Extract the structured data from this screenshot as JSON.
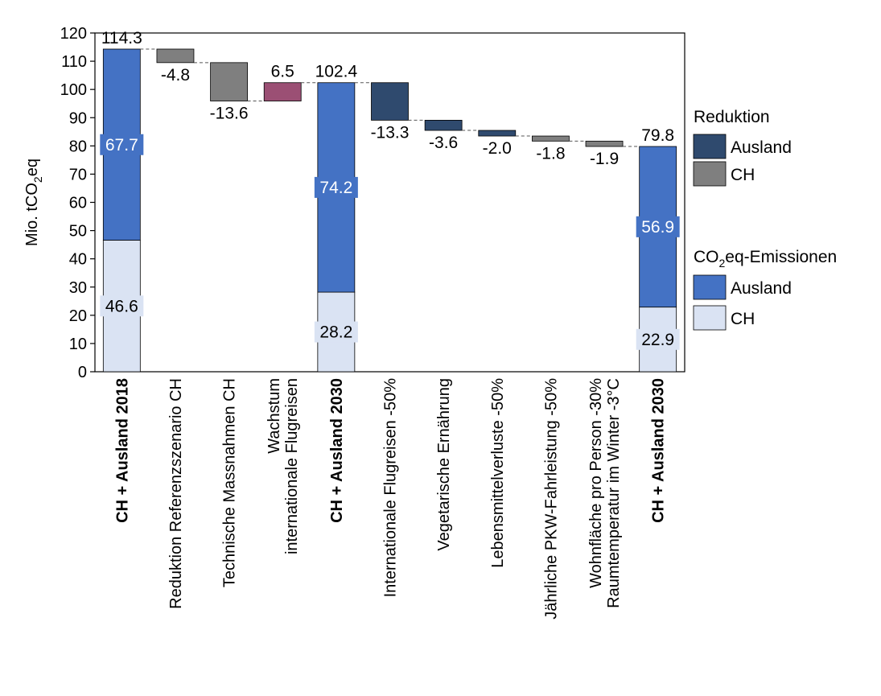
{
  "chart_data": {
    "type": "bar",
    "subtype": "waterfall",
    "ylabel_main": "Mio. tCO",
    "ylabel_sub": "2",
    "ylabel_tail": "eq",
    "ylim": [
      0,
      120
    ],
    "yticks": [
      0,
      10,
      20,
      30,
      40,
      50,
      60,
      70,
      80,
      90,
      100,
      110,
      120
    ],
    "categories": [
      {
        "lines": [
          "CH + Ausland 2018"
        ],
        "bold": true
      },
      {
        "lines": [
          "Reduktion Referenzszenario CH"
        ],
        "bold": false
      },
      {
        "lines": [
          "Technische Massnahmen CH"
        ],
        "bold": false
      },
      {
        "lines": [
          "Wachstum",
          "internationale Flugreisen"
        ],
        "bold": false
      },
      {
        "lines": [
          "CH + Ausland 2030"
        ],
        "bold": true
      },
      {
        "lines": [
          "Internationale Flugreisen -50%"
        ],
        "bold": false
      },
      {
        "lines": [
          "Vegetarische Ernährung"
        ],
        "bold": false
      },
      {
        "lines": [
          "Lebensmittelverluste -50%"
        ],
        "bold": false
      },
      {
        "lines": [
          "Jährliche PKW-Fahrleistung -50%"
        ],
        "bold": false
      },
      {
        "lines": [
          "Wohnfläche pro Person -30%",
          "Raumtemperatur im Winter -3°C"
        ],
        "bold": false
      },
      {
        "lines": [
          "CH + Ausland 2030"
        ],
        "bold": true
      }
    ],
    "totals": [
      {
        "index": 0,
        "ch": 46.6,
        "ausland": 67.7,
        "total": 114.3,
        "ch_label": "46.6",
        "ausland_label": "67.7",
        "total_label": "114.3"
      },
      {
        "index": 4,
        "ch": 28.2,
        "ausland": 74.2,
        "total": 102.4,
        "ch_label": "28.2",
        "ausland_label": "74.2",
        "total_label": "102.4"
      },
      {
        "index": 10,
        "ch": 22.9,
        "ausland": 56.9,
        "total": 79.8,
        "ch_label": "22.9",
        "ausland_label": "56.9",
        "total_label": "79.8"
      }
    ],
    "steps": [
      {
        "index": 1,
        "start": 114.3,
        "delta": -4.8,
        "kind": "ch",
        "label": "-4.8"
      },
      {
        "index": 2,
        "start": 109.5,
        "delta": -13.6,
        "kind": "ch",
        "label": "-13.6"
      },
      {
        "index": 3,
        "start": 95.9,
        "delta": 6.5,
        "kind": "growth",
        "label": "6.5"
      },
      {
        "index": 5,
        "start": 102.4,
        "delta": -13.3,
        "kind": "ausland",
        "label": "-13.3"
      },
      {
        "index": 6,
        "start": 89.1,
        "delta": -3.6,
        "kind": "ausland",
        "label": "-3.6"
      },
      {
        "index": 7,
        "start": 85.5,
        "delta": -2.0,
        "kind": "ausland",
        "label": "-2.0"
      },
      {
        "index": 8,
        "start": 83.5,
        "delta": -1.8,
        "kind": "ch",
        "label": "-1.8"
      },
      {
        "index": 9,
        "start": 81.7,
        "delta": -1.9,
        "kind": "ch",
        "label": "-1.9"
      }
    ],
    "colors": {
      "emission_ch": "#dae3f3",
      "emission_ausland": "#4472c4",
      "reduction_ausland": "#2f4a6e",
      "reduction_ch": "#7f7f7f",
      "growth": "#9b4f74",
      "label_bg_ausland": "#4472c4",
      "label_bg_ch": "#dae3f3"
    },
    "legend": {
      "placement": "right",
      "groups": [
        {
          "title": "Reduktion",
          "items": [
            {
              "label": "Ausland",
              "color": "#2f4a6e"
            },
            {
              "label": "CH",
              "color": "#7f7f7f"
            }
          ]
        },
        {
          "title_main": "CO",
          "title_sub": "2",
          "title_tail": "eq-Emissionen",
          "items": [
            {
              "label": "Ausland",
              "color": "#4472c4"
            },
            {
              "label": "CH",
              "color": "#dae3f3"
            }
          ]
        }
      ]
    }
  }
}
